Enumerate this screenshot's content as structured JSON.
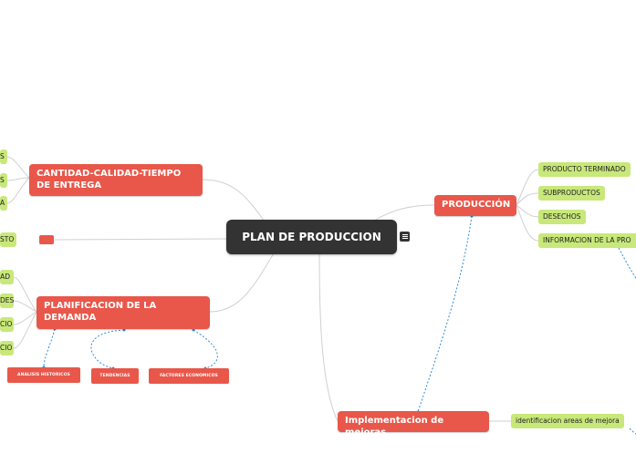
{
  "central": {
    "title": "PLAN DE PRODUCCION"
  },
  "branches": {
    "produccion": {
      "label": "PRODUCCIÓN",
      "children": [
        "PRODUCTO TERMINADO",
        "SUBPRODUCTOS",
        "DESECHOS",
        "INFORMACION DE LA PRO"
      ]
    },
    "implementacion": {
      "label": "Implementacion de mejoras",
      "children": [
        "identificacion areas de mejora"
      ]
    },
    "cantidad": {
      "label": "CANTIDAD-CALIDAD-TIEMPO DE ENTREGA",
      "children": [
        "S",
        "S",
        "A"
      ]
    },
    "costo": {
      "children": [
        "STO"
      ]
    },
    "planificacion": {
      "label": "PLANIFICACION DE LA DEMANDA",
      "children": [
        "AD",
        "DES",
        "CIO",
        "CIO"
      ],
      "related": [
        "ANALISIS HISTORICOS",
        "TENDENCIAS",
        "FACTORES ECONOMICOS"
      ]
    }
  },
  "colors": {
    "central": "#333333",
    "main_topic": "#e8574a",
    "leaf": "#c8e87a",
    "relation": "#2d8fd6",
    "connector": "#d0d0d0"
  }
}
